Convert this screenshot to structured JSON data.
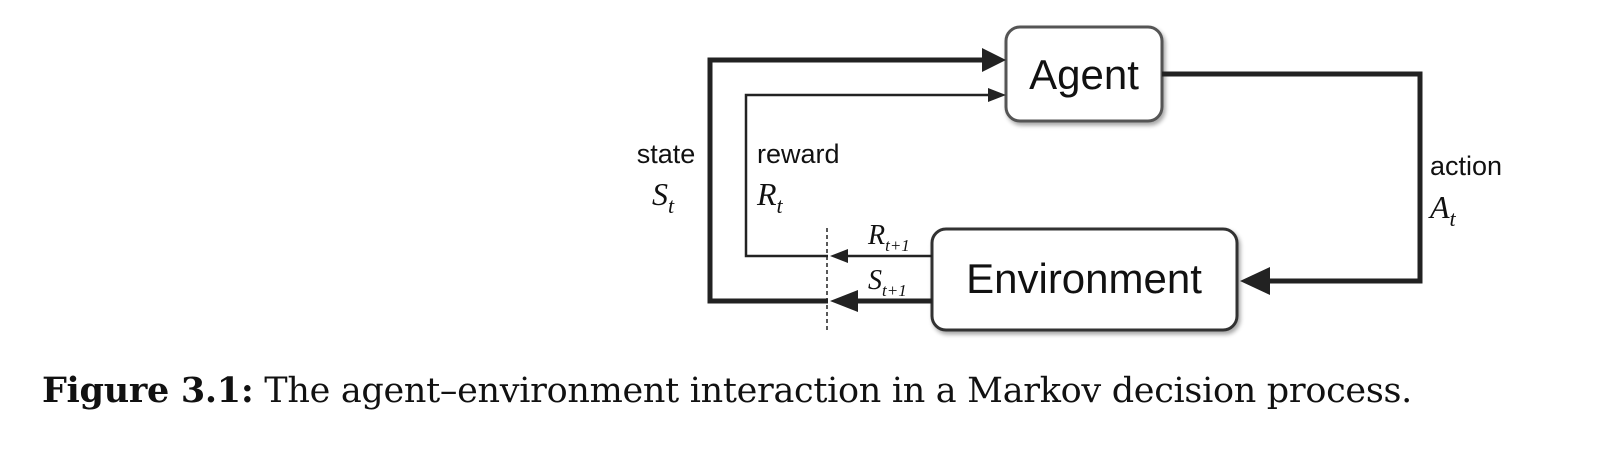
{
  "diagram": {
    "nodes": {
      "agent": "Agent",
      "environment": "Environment"
    },
    "edges": {
      "state": {
        "word": "state",
        "symbol": "S",
        "subscript": "t"
      },
      "reward": {
        "word": "reward",
        "symbol": "R",
        "subscript": "t"
      },
      "action": {
        "word": "action",
        "symbol": "A",
        "subscript": "t"
      },
      "next_reward": {
        "symbol": "R",
        "subscript": "t+1"
      },
      "next_state": {
        "symbol": "S",
        "subscript": "t+1"
      }
    }
  },
  "caption": {
    "label": "Figure 3.1:",
    "text": "The agent–environment interaction in a Markov decision process."
  }
}
